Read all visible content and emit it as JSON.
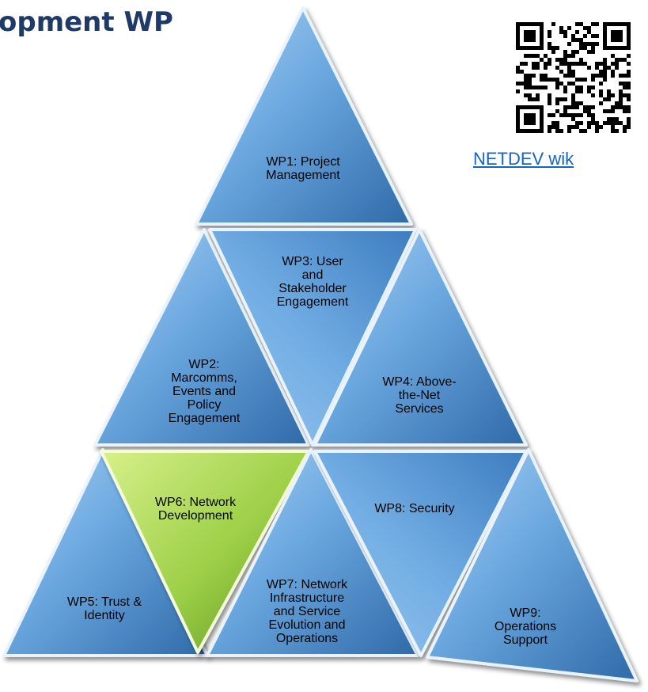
{
  "title": "opment WP",
  "link": {
    "text": "NETDEV wik"
  },
  "colors": {
    "title": "#1f3a68",
    "link": "#1565c0",
    "tile_blue": "#6aa7df",
    "tile_blue_dark": "#2f6aa8",
    "tile_green": "#9ccf46",
    "tile_green_light": "#d7f08a"
  },
  "work_packages": [
    {
      "id": "wp1",
      "label_lines": [
        "WP1: Project",
        "Management"
      ]
    },
    {
      "id": "wp2",
      "label_lines": [
        "WP2:",
        "Marcomms,",
        "Events and",
        "Policy",
        "Engagement"
      ]
    },
    {
      "id": "wp3",
      "label_lines": [
        "WP3: User",
        "and",
        "Stakeholder",
        "Engagement"
      ]
    },
    {
      "id": "wp4",
      "label_lines": [
        "WP4: Above-",
        "the-Net",
        "Services"
      ]
    },
    {
      "id": "wp5",
      "label_lines": [
        "WP5: Trust &",
        "Identity"
      ]
    },
    {
      "id": "wp6",
      "label_lines": [
        "WP6: Network",
        "Development"
      ],
      "highlighted": true
    },
    {
      "id": "wp7",
      "label_lines": [
        "WP7: Network",
        "Infrastructure",
        "and Service",
        "Evolution and",
        "Operations"
      ]
    },
    {
      "id": "wp8",
      "label_lines": [
        "WP8: Security"
      ]
    },
    {
      "id": "wp9",
      "label_lines": [
        "WP9:",
        "Operations",
        "Support"
      ]
    }
  ],
  "qr_code": {
    "icon": "qr-code-icon"
  }
}
